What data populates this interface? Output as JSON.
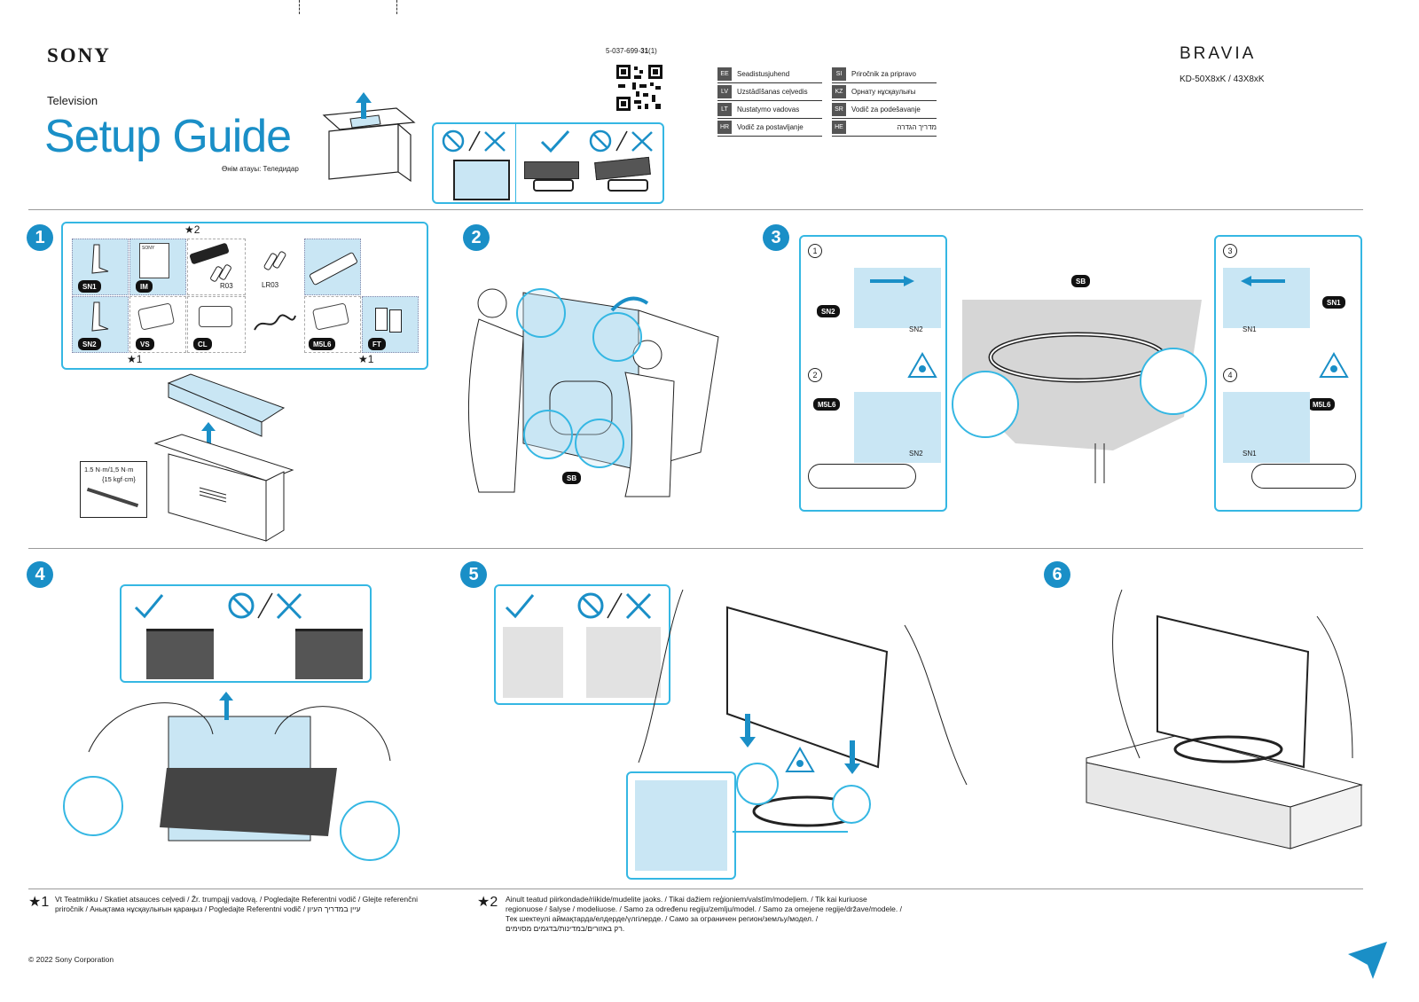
{
  "header": {
    "brand": "SONY",
    "doc_code": "5-037-699-",
    "doc_code_bold": "31",
    "doc_code_suffix": "(1)",
    "product_category": "Television",
    "title": "Setup Guide",
    "kz_subtitle": "Өнім атауы: Теледидар",
    "product_brand": "BRAVIA",
    "model": "KD-50X8xK / 43X8xK"
  },
  "languages": {
    "left": [
      {
        "code": "EE",
        "label": "Seadistusjuhend"
      },
      {
        "code": "LV",
        "label": "Uzstādīšanas ceļvedis"
      },
      {
        "code": "LT",
        "label": "Nustatymo vadovas"
      },
      {
        "code": "HR",
        "label": "Vodič za postavljanje"
      }
    ],
    "right": [
      {
        "code": "SI",
        "label": "Priročnik za pripravo"
      },
      {
        "code": "KZ",
        "label": "Орнату нұсқаулығы"
      },
      {
        "code": "SR",
        "label": "Vodič za podešavanje"
      },
      {
        "code": "HE",
        "label": "מדריך הגדרה"
      }
    ]
  },
  "steps": {
    "s1": "1",
    "s2": "2",
    "s3": "3",
    "s4": "4",
    "s5": "5",
    "s6": "6"
  },
  "step1": {
    "parts": {
      "sn1": "SN1",
      "im": "IM",
      "r03": "R03",
      "lr03": "LR03",
      "sn2": "SN2",
      "vs": "VS",
      "cl": "CL",
      "m5l6": "M5L6",
      "ft": "FT"
    },
    "note_star2": "2",
    "note_star1_a": "1",
    "note_star1_b": "1",
    "torque_line1": "1.5 N·m/1,5 N·m",
    "torque_line2": "{15 kgf·cm}",
    "manual_brand": "SONY"
  },
  "step2": {
    "sb": "SB"
  },
  "step3": {
    "sub1": "1",
    "sub2": "2",
    "sub3": "3",
    "sub4": "4",
    "sn2": "SN2",
    "m5l6": "M5L6",
    "sb": "SB",
    "sn1": "SN1",
    "m5l6_b": "M5L6",
    "img_sn2_a": "SN2",
    "img_sn2_b": "SN2",
    "img_sn1_a": "SN1",
    "img_sn1_b": "SN1"
  },
  "footnotes": {
    "star1_mark": "1",
    "star1_text_line1": "Vt Teatmikku / Skatiet atsauces ceļvedi / Žr. trumpąjį vadovą. / Pogledajte Referentni vodič / Glejte referenčni",
    "star1_text_line2": "priročnik / Анықтама нұсқаулығын қараңыз / Pogledajte Referentni vodič / עיין במדריך העיון",
    "star2_mark": "2",
    "star2_text_line1": "Ainult teatud piirkondade/riikide/mudelite jaoks. / Tikai dažiem reģioniem/valstīm/modeļiem. / Tik kai kuriuose",
    "star2_text_line2": "regionuose / šalyse / modeliuose. / Samo za određenu regiju/zemlju/model. / Samo za omejene regije/države/modele. /",
    "star2_text_line3": "Тек шектеулі аймақтарда/елдерде/үлгілерде. / Само за ограничен регион/земљу/модел. /",
    "star2_text_line4": "רק באזורים/במדינות/בדגמים מסוימים."
  },
  "copyright": "© 2022 Sony Corporation",
  "colors": {
    "accent": "#1a8fc7",
    "frame": "#35b7e3",
    "fill": "#c9e6f4"
  }
}
